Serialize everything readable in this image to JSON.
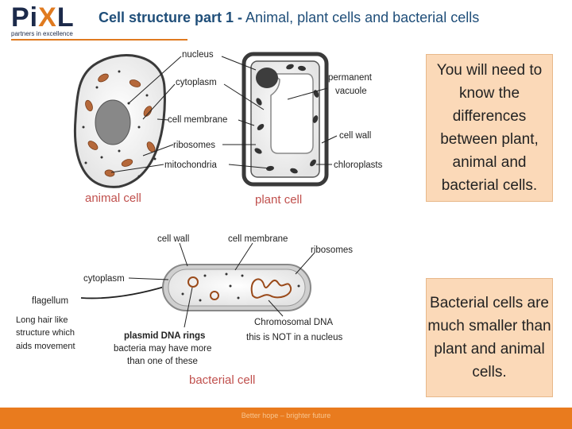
{
  "logo": {
    "text_main": "Pi",
    "text_dot": "X",
    "text_end": "L",
    "tagline": "partners in excellence"
  },
  "title": {
    "bold": "Cell structure part 1 -",
    "rest": " Animal, plant cells and bacterial cells"
  },
  "labels": {
    "nucleus": "nucleus",
    "cytoplasm": "cytoplasm",
    "cell_membrane": "cell membrane",
    "ribosomes": "ribosomes",
    "mitochondria": "mitochondria",
    "permanent_vacuole_1": "permanent",
    "permanent_vacuole_2": "vacuole",
    "cell_wall": "cell wall",
    "chloroplasts": "chloroplasts",
    "animal_cell": "animal cell",
    "plant_cell": "plant cell",
    "b_cell_wall": "cell wall",
    "b_cell_membrane": "cell membrane",
    "b_ribosomes": "ribosomes",
    "b_cytoplasm": "cytoplasm",
    "flagellum": "flagellum",
    "long_hair_1": "Long hair like",
    "long_hair_2": "structure which",
    "long_hair_3": "aids movement",
    "plasmid_1": "plasmid DNA rings",
    "plasmid_2": "bacteria may have more",
    "plasmid_3": "than one of these",
    "chromosomal_1": "Chromosomal DNA",
    "chromosomal_2": "this is NOT in a nucleus",
    "bacterial_cell": "bacterial cell"
  },
  "callouts": {
    "top": "You will need to know the differences between plant, animal and bacterial cells.",
    "bottom": "Bacterial cells are much smaller than plant and animal cells."
  },
  "footer": {
    "text": "Better hope – brighter future"
  },
  "colors": {
    "accent": "#e07a1f",
    "label_red": "#c0504d",
    "title_blue": "#1f4e79",
    "callout_bg": "#fbd9b8"
  }
}
